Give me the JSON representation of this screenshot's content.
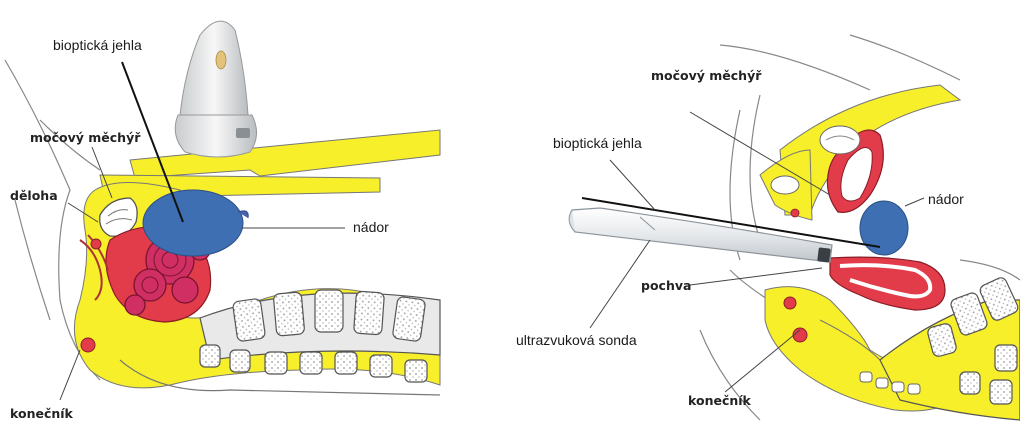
{
  "left_panel": {
    "labels": {
      "needle": "bioptická jehla",
      "bladder": "močový měchýř",
      "uterus": "děloha",
      "tumor": "nádor",
      "rectum": "konečník"
    }
  },
  "right_panel": {
    "labels": {
      "bladder": "močový měchýř",
      "needle": "bioptická jehla",
      "tumor": "nádor",
      "vagina": "pochva",
      "probe": "ultrazvuková sonda",
      "rectum": "konečník"
    }
  },
  "colors": {
    "fat_yellow": "#f6ef2a",
    "tissue_red": "#e23c4a",
    "tumor_blue": "#3e6fb3",
    "uterus_pink": "#cf2f63",
    "bone_grey": "#cfcfcf",
    "outline": "#555555"
  }
}
